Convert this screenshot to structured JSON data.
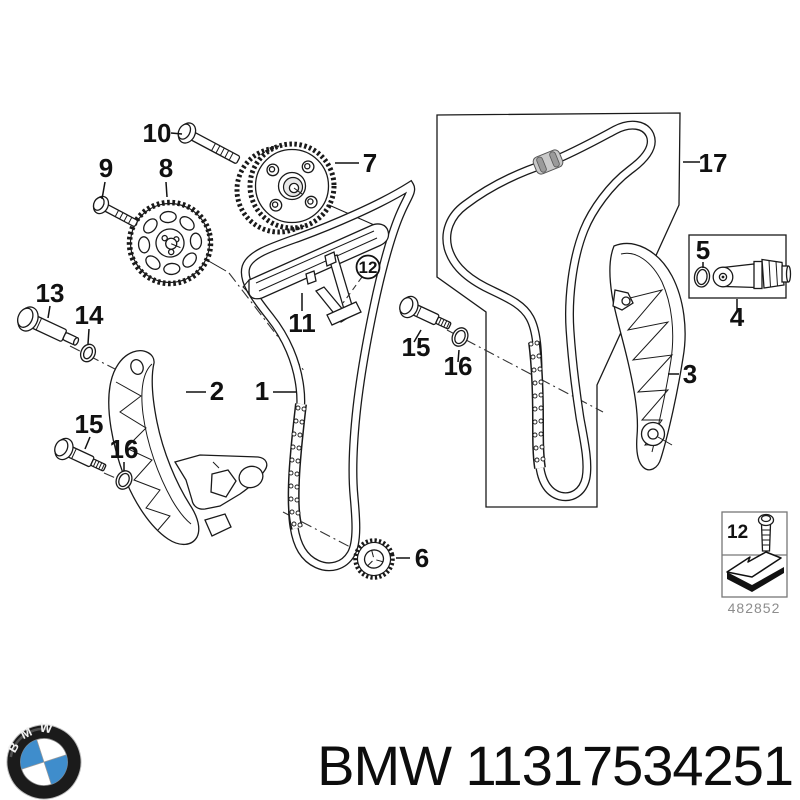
{
  "diagram": {
    "callouts": {
      "chain": "1",
      "guide_rail": "2",
      "tensioner_rail": "3",
      "tensioner": "4",
      "o_ring": "5",
      "crankshaft_sprocket": "6",
      "vanos_unit": "7",
      "camshaft_sprocket": "8",
      "bolt_sprocket": "9",
      "bolt_vanos": "10",
      "guide_top": "11",
      "bolt_circle": "12",
      "pivot_pin": "13",
      "washer": "14",
      "bolt_torx": "15",
      "seal_ring": "16",
      "secondary_chain": "17"
    },
    "legend": {
      "item_number": "12",
      "drawing_ref": "482852"
    }
  },
  "footer": {
    "logo_text": "BMW",
    "caption": "BMW 11317534251"
  },
  "colors": {
    "bmw_blue": "#3f8dcc",
    "line": "#1a1a1a"
  }
}
